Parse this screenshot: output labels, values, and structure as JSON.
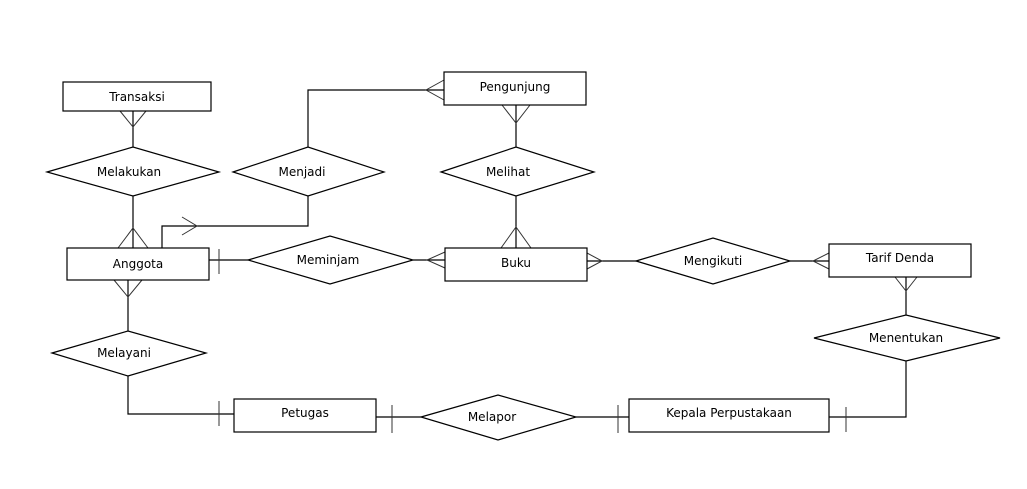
{
  "diagram": {
    "type": "entity-relationship",
    "notation": "crow's foot",
    "entities": [
      {
        "id": "transaksi",
        "label": "Transaksi"
      },
      {
        "id": "anggota",
        "label": "Anggota"
      },
      {
        "id": "pengunjung",
        "label": "Pengunjung"
      },
      {
        "id": "buku",
        "label": "Buku"
      },
      {
        "id": "tarif_denda",
        "label": "Tarif Denda"
      },
      {
        "id": "petugas",
        "label": "Petugas"
      },
      {
        "id": "kepala_perpustakaan",
        "label": "Kepala Perpustakaan"
      }
    ],
    "relationships": [
      {
        "id": "melakukan",
        "label": "Melakukan",
        "from": "anggota",
        "to": "transaksi",
        "from_card": "many",
        "to_card": "many"
      },
      {
        "id": "menjadi",
        "label": "Menjadi",
        "from": "anggota",
        "to": "pengunjung",
        "from_card": "arrow",
        "to_card": "many"
      },
      {
        "id": "melihat",
        "label": "Melihat",
        "from": "pengunjung",
        "to": "buku",
        "from_card": "many",
        "to_card": "many"
      },
      {
        "id": "meminjam",
        "label": "Meminjam",
        "from": "anggota",
        "to": "buku",
        "from_card": "one",
        "to_card": "many"
      },
      {
        "id": "mengikuti",
        "label": "Mengikuti",
        "from": "buku",
        "to": "tarif_denda",
        "from_card": "many",
        "to_card": "many"
      },
      {
        "id": "menentukan",
        "label": "Menentukan",
        "from": "tarif_denda",
        "to": "kepala_perpustakaan",
        "from_card": "many",
        "to_card": "one"
      },
      {
        "id": "melayani",
        "label": "Melayani",
        "from": "anggota",
        "to": "petugas",
        "from_card": "many",
        "to_card": "one"
      },
      {
        "id": "melapor",
        "label": "Melapor",
        "from": "petugas",
        "to": "kepala_perpustakaan",
        "from_card": "one",
        "to_card": "one"
      }
    ]
  }
}
